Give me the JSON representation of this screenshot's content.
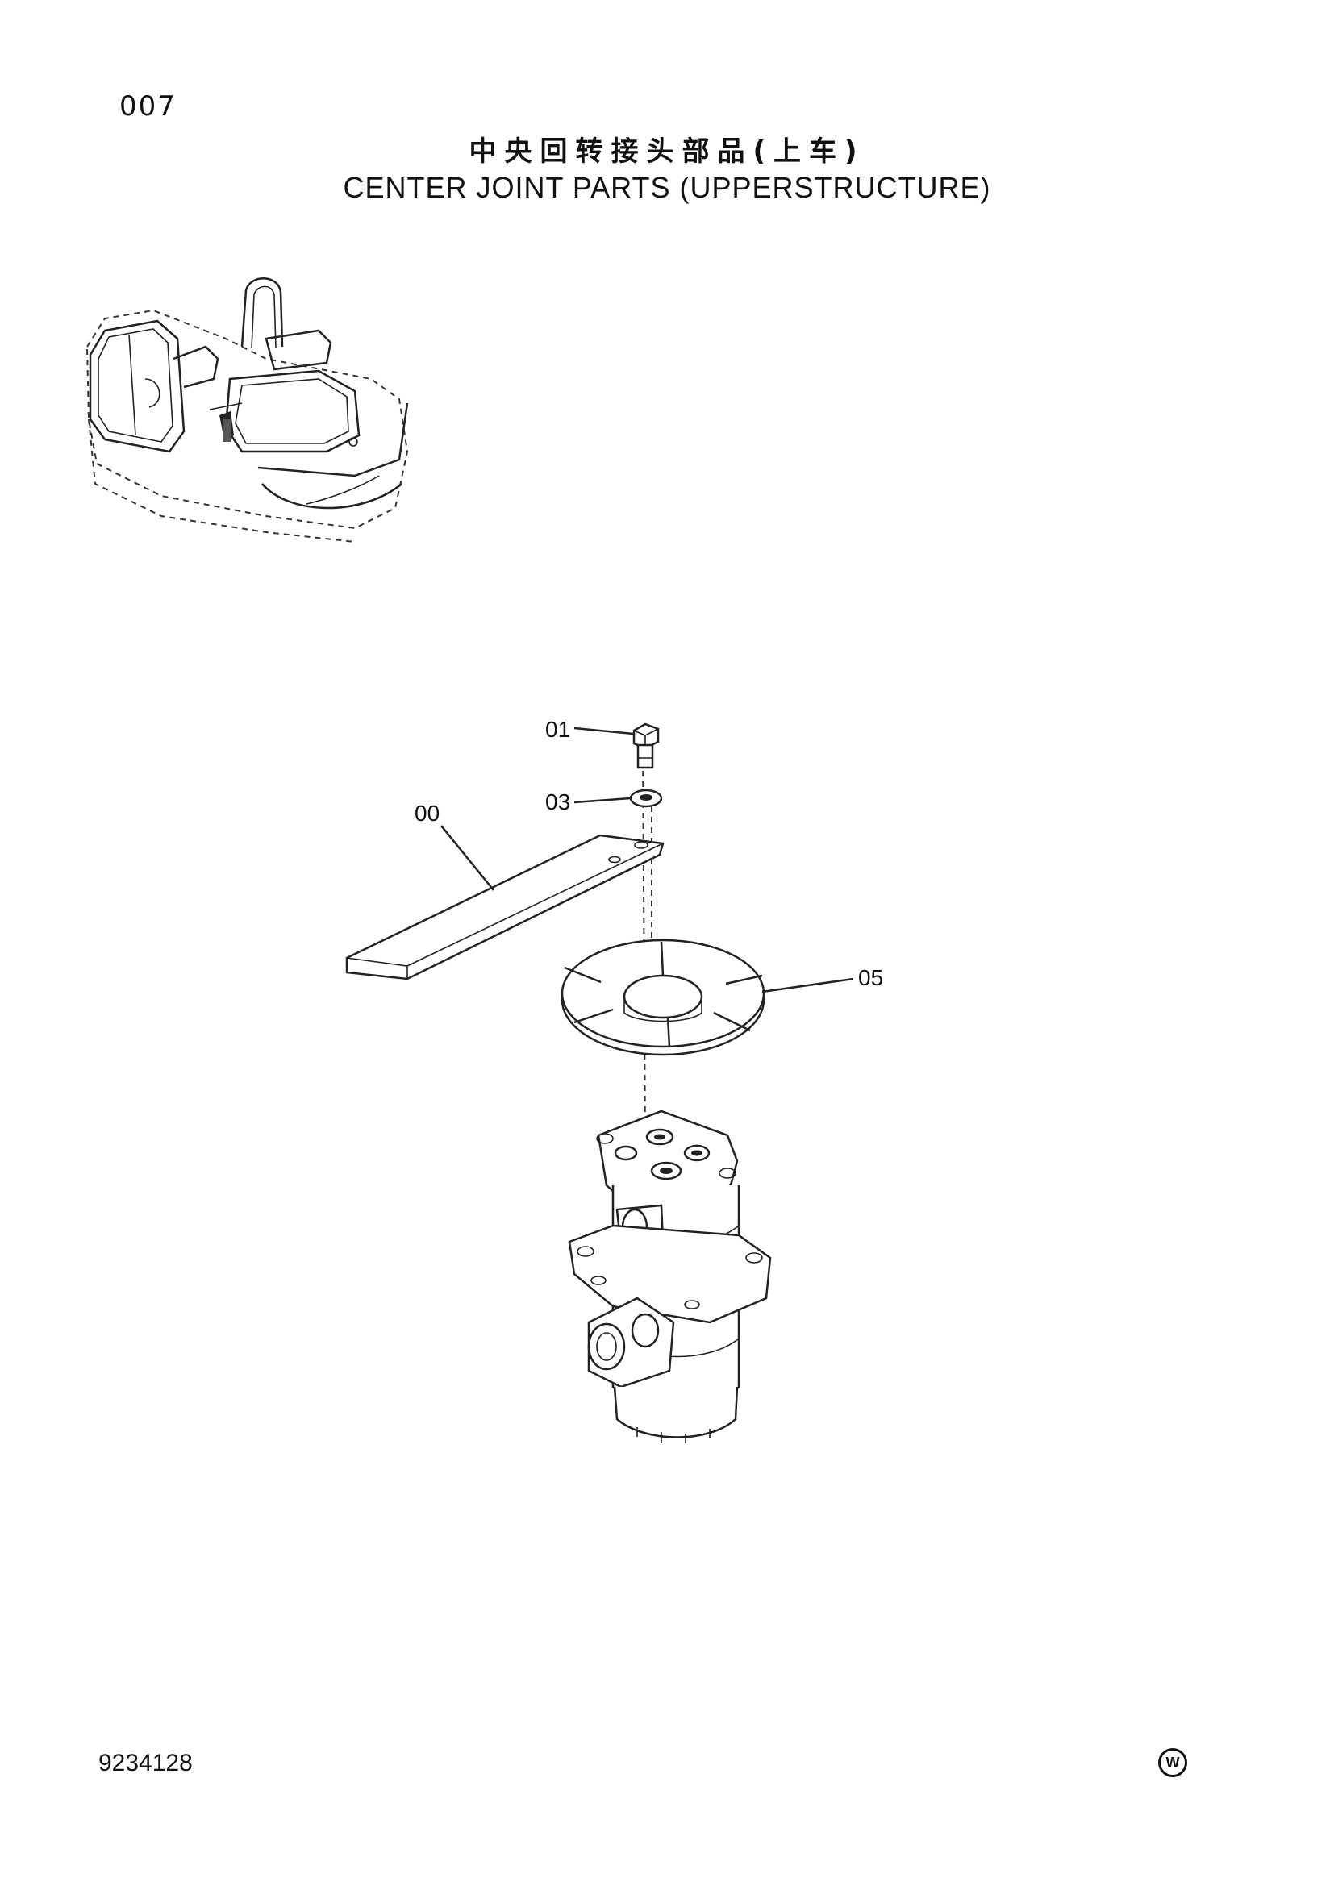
{
  "header": {
    "page_number": "007",
    "title_cn": "中央回转接头部品(上车)",
    "title_en": "CENTER JOINT PARTS (UPPERSTRUCTURE)"
  },
  "callouts": [
    {
      "id": "01",
      "part": "bolt"
    },
    {
      "id": "03",
      "part": "washer"
    },
    {
      "id": "00",
      "part": "plate"
    },
    {
      "id": "05",
      "part": "seal-ring"
    }
  ],
  "footer": {
    "document_number": "9234128",
    "mark": "W"
  }
}
